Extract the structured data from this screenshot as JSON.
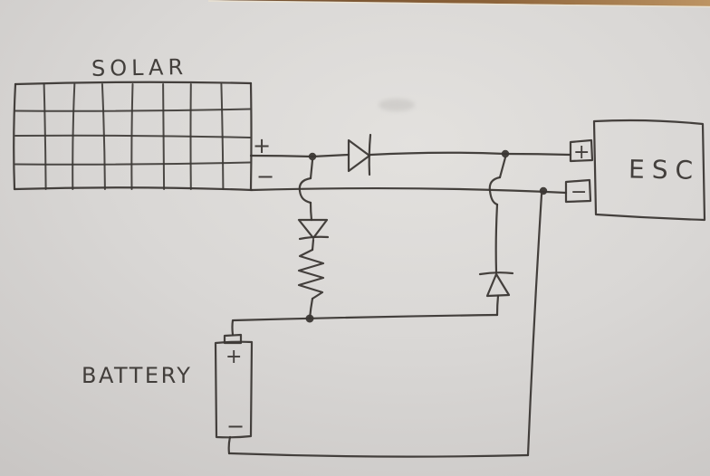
{
  "labels": {
    "solar": "SOLAR",
    "battery": "BATTERY",
    "esc": "ESC"
  },
  "terminals": {
    "solar_plus": "+",
    "solar_minus": "−",
    "esc_plus": "+",
    "esc_minus": "−",
    "battery_plus": "+",
    "battery_minus": "−"
  },
  "solar_panel": {
    "columns": 8,
    "rows": 4
  },
  "colors": {
    "paper": "#dcdad8",
    "paper_shade": "#c7c4c2",
    "ink": "#3b3734",
    "wood_dark": "#6f4e30",
    "wood_light": "#bd9463",
    "paper_edge_highlight": "#ece4d2"
  }
}
